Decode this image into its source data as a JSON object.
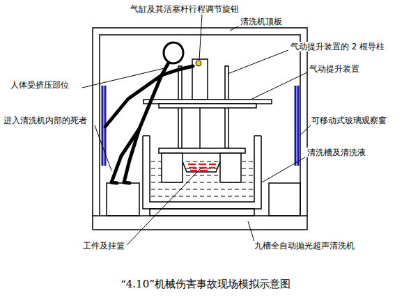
{
  "diagram": {
    "caption": "“4.10”机械伤害事故现场模拟示意图",
    "labels": [
      "气缸及其活塞杆行程调节旋钮",
      "清洗机顶板",
      "气动提升装置的 2 根导柱",
      "气动提升装置",
      "人体受挤压部位",
      "进入清洗机内部的死者",
      "可移动式玻璃观察窗",
      "清洗槽及清洗液",
      "工件及挂篮",
      "九槽全自动抛光超声清洗机"
    ]
  }
}
